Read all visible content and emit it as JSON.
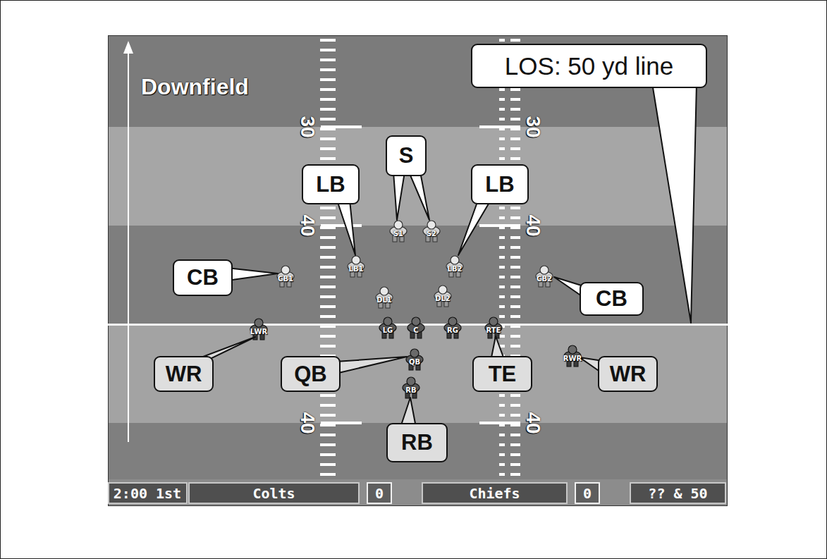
{
  "diagram": {
    "nodes": [
      {
        "text": [
          "LOS: 50 yd line"
        ]
      },
      {
        "text": [
          "S"
        ]
      },
      {
        "text": [
          "LB"
        ]
      },
      {
        "text": [
          "LB"
        ]
      },
      {
        "text": [
          "CB"
        ]
      },
      {
        "text": [
          "CB"
        ]
      },
      {
        "text": [
          "WR"
        ]
      },
      {
        "text": [
          "QB"
        ]
      },
      {
        "text": [
          "TE"
        ]
      },
      {
        "text": [
          "WR"
        ]
      },
      {
        "text": [
          "RB"
        ]
      },
      {
        "text": [
          "2:00 1st"
        ]
      },
      {
        "text": [
          "Colts"
        ]
      },
      {
        "text": [
          "0"
        ]
      },
      {
        "text": [
          "Chiefs"
        ]
      },
      {
        "text": [
          "0"
        ]
      },
      {
        "text": [
          "?? & 50"
        ]
      }
    ],
    "labels": [
      "Downfield",
      "30",
      "30",
      "S1",
      "S2",
      "40",
      "40",
      "LB1",
      "LB2",
      "CB1",
      "CB2",
      "DL1",
      "DL2",
      "LWR",
      "LG",
      "C",
      "RG",
      "RTE",
      "RWR",
      "QB",
      "RB",
      "40",
      "40"
    ]
  }
}
